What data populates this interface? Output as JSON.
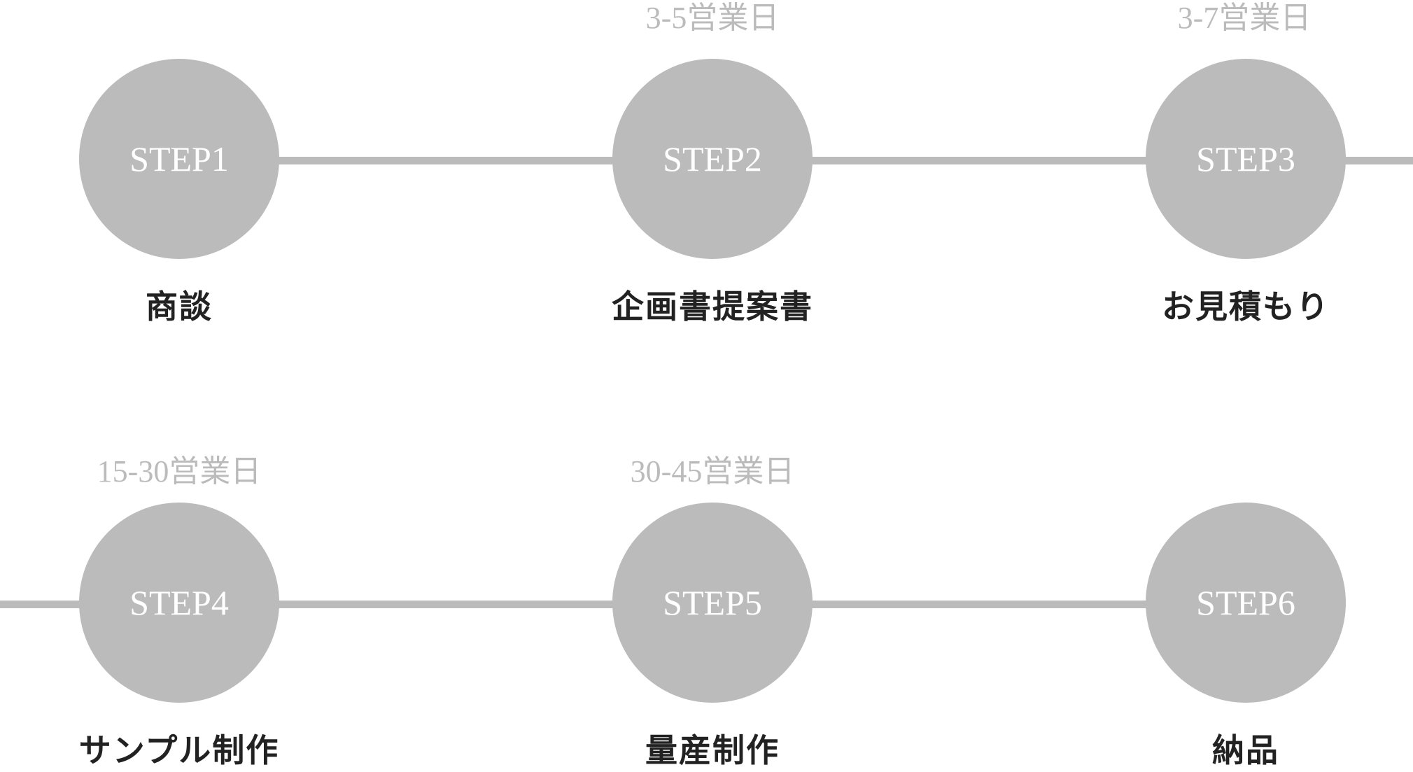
{
  "steps": [
    {
      "label": "STEP1",
      "name": "商談",
      "duration": ""
    },
    {
      "label": "STEP2",
      "name": "企画書提案書",
      "duration": "3-5営業日"
    },
    {
      "label": "STEP3",
      "name": "お見積もり",
      "duration": "3-7営業日"
    },
    {
      "label": "STEP4",
      "name": "サンプル制作",
      "duration": "15-30営業日"
    },
    {
      "label": "STEP5",
      "name": "量産制作",
      "duration": "30-45営業日"
    },
    {
      "label": "STEP6",
      "name": "納品",
      "duration": ""
    }
  ],
  "colors": {
    "circle": "#bbbbbb",
    "connector": "#bbbbbb",
    "duration_text": "#bbbbbb",
    "label_text": "#222222",
    "step_text": "#ffffff"
  }
}
